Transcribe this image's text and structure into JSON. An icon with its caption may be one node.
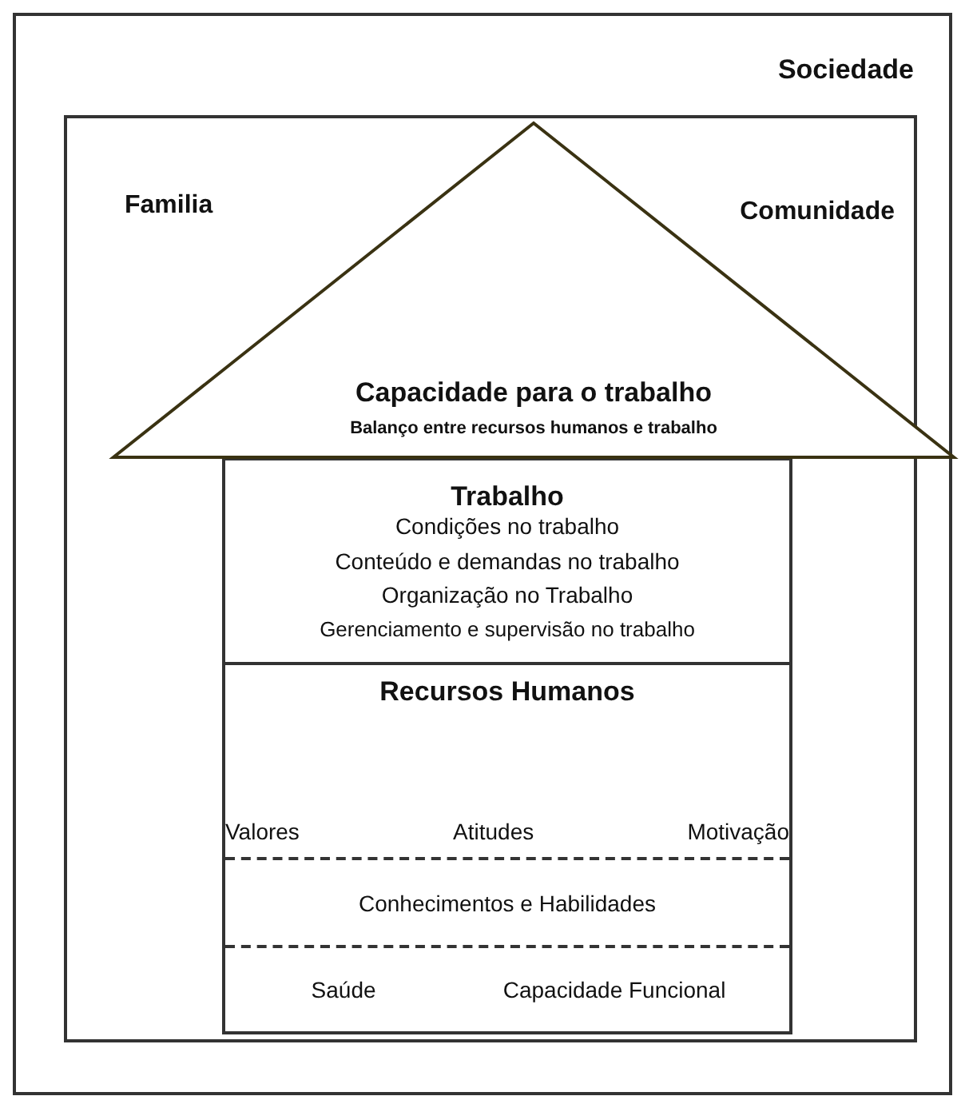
{
  "diagram": {
    "nodes": [
      {
        "text": [
          "Sociedade"
        ]
      },
      {
        "text": [
          "Familia",
          "Comunidade"
        ],
        "in": 0
      },
      {
        "text": [
          "Capacidade para o trabalho",
          "Balanço entre recursos humanos e trabalho"
        ],
        "in": 1
      },
      {
        "text": [
          "Trabalho",
          "Condições no trabalho",
          "Conteúdo e demandas no trabalho",
          "Organização no Trabalho",
          "Gerenciamento e supervisão no trabalho"
        ],
        "in": 1
      },
      {
        "text": [
          "Recursos Humanos"
        ],
        "in": 1
      },
      {
        "text": [
          "Valores",
          "Atitudes",
          "Motivação"
        ],
        "in": 4
      },
      {
        "text": [
          "Conhecimentos e Habilidades"
        ],
        "in": 4
      },
      {
        "text": [
          "Saúde",
          "Capacidade Funcional"
        ],
        "in": 4
      }
    ]
  }
}
